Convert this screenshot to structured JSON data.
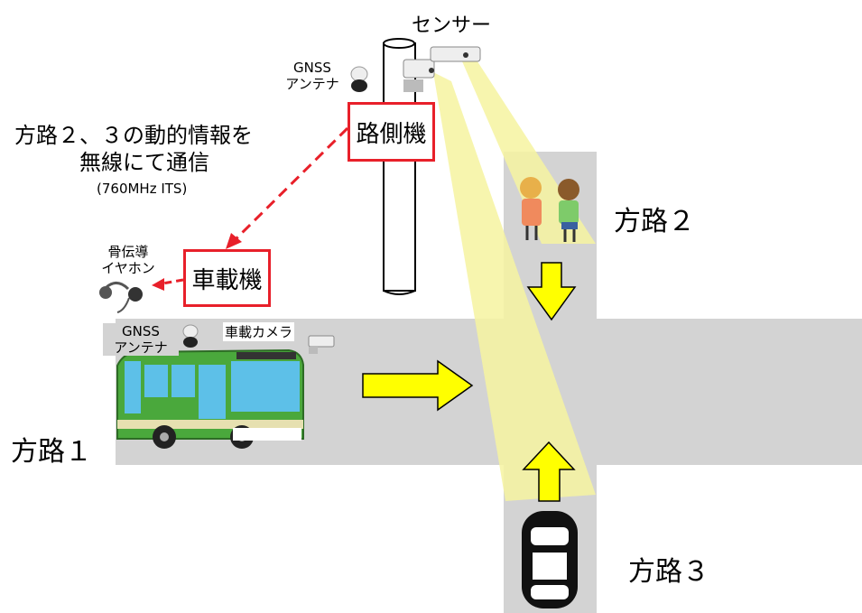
{
  "labels": {
    "sensor": "センサー",
    "gnss_roadside": "GNSS\nアンテナ",
    "gnss_vehicle": "GNSS\nアンテナ",
    "roadside_unit": "路側機",
    "onboard_unit": "車載機",
    "comm_line1": "方路２、３の動的情報を",
    "comm_line2": "無線にて通信",
    "comm_freq": "(760MHz ITS)",
    "earphone": "骨伝導\nイヤホン",
    "onboard_camera": "車載カメラ",
    "road1": "方路１",
    "road2": "方路２",
    "road3": "方路３"
  },
  "colors": {
    "road": "#d3d3d3",
    "box_border": "#e8202a",
    "beam": "#f6f3a0",
    "arrow_fill": "#ffff00",
    "arrow_stroke": "#000000",
    "bus_green": "#4aa83c",
    "bus_blue": "#5dc0e8"
  },
  "icons": [
    "camera-icon",
    "gnss-antenna-icon",
    "earphone-icon",
    "bus-icon",
    "car-icon",
    "children-icon"
  ]
}
